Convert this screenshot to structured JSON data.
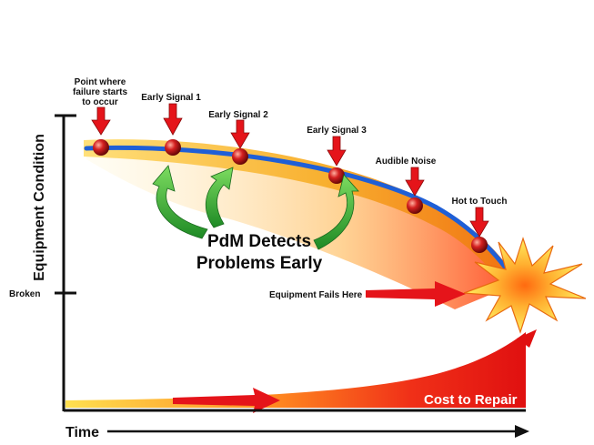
{
  "diagram": {
    "y_axis_label": "Equipment Condition",
    "x_axis_label": "Time",
    "broken_label": "Broken",
    "fail_point_lines": [
      "Point where",
      "failure starts",
      "to occur"
    ],
    "signals": [
      "Early Signal 1",
      "Early Signal 2",
      "Early Signal 3",
      "Audible Noise",
      "Hot to Touch"
    ],
    "pdm_lines": [
      "PdM Detects",
      "Problems Early"
    ],
    "fails_here": "Equipment Fails Here",
    "cost_label": "Cost to Repair",
    "colors": {
      "curve_blue": "#1f5fd6",
      "band_orange": "#f39a1e",
      "band_yellow": "#ffd23c",
      "arrow_red": "#e5141a",
      "arrow_green": "#3fb53a",
      "ball_red": "#c8141b",
      "explosion_yellow": "#ffe94a"
    }
  }
}
